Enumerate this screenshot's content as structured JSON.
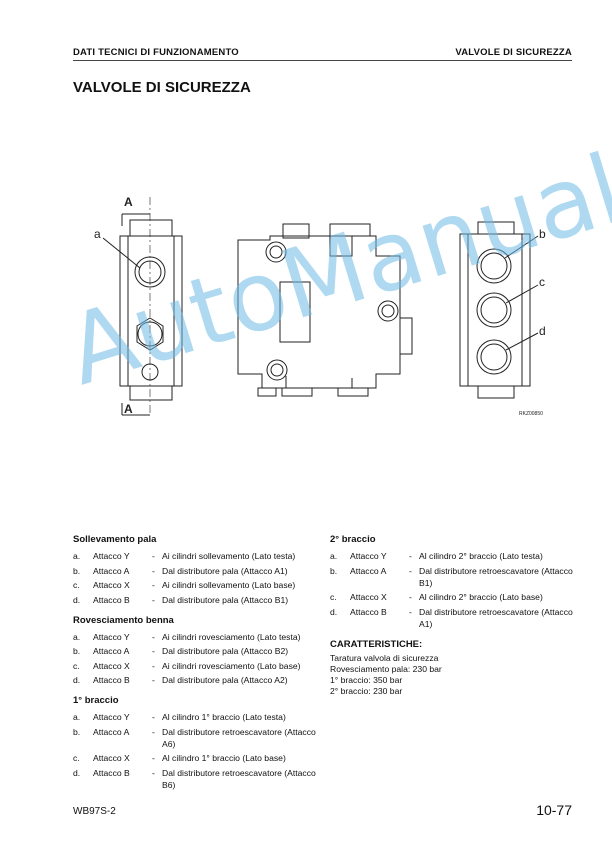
{
  "header": {
    "left": "DATI TECNICI DI FUNZIONAMENTO",
    "right": "VALVOLE DI SICUREZZA"
  },
  "title": "VALVOLE DI SICUREZZA",
  "figure": {
    "callouts": [
      "a",
      "b",
      "c",
      "d"
    ],
    "section_marks": [
      "A",
      "A"
    ],
    "ref_code": "RKZ00850"
  },
  "watermark": "AutoManual",
  "sections_left": [
    {
      "title": "Sollevamento pala",
      "items": [
        {
          "letter": "a.",
          "port": "Attacco Y",
          "text": "Ai cilindri sollevamento (Lato testa)"
        },
        {
          "letter": "b.",
          "port": "Attacco A",
          "text": "Dal distributore pala (Attacco A1)"
        },
        {
          "letter": "c.",
          "port": "Attacco X",
          "text": "Ai cilindri sollevamento (Lato base)"
        },
        {
          "letter": "d.",
          "port": "Attacco B",
          "text": "Dal distributore pala (Attacco B1)"
        }
      ]
    },
    {
      "title": "Rovesciamento benna",
      "items": [
        {
          "letter": "a.",
          "port": "Attacco Y",
          "text": "Ai cilindri rovesciamento (Lato testa)"
        },
        {
          "letter": "b.",
          "port": "Attacco A",
          "text": "Dal distributore pala (Attacco B2)"
        },
        {
          "letter": "c.",
          "port": "Attacco X",
          "text": "Ai cilindri rovesciamento (Lato base)"
        },
        {
          "letter": "d.",
          "port": "Attacco B",
          "text": "Dal distributore pala (Attacco A2)"
        }
      ]
    },
    {
      "title": "1° braccio",
      "items": [
        {
          "letter": "a.",
          "port": "Attacco Y",
          "text": "Al cilindro 1° braccio (Lato testa)"
        },
        {
          "letter": "b.",
          "port": "Attacco A",
          "text": "Dal distributore retroescavatore (Attacco A6)"
        },
        {
          "letter": "c.",
          "port": "Attacco X",
          "text": "Al cilindro 1° braccio (Lato base)"
        },
        {
          "letter": "d.",
          "port": "Attacco B",
          "text": "Dal distributore retroescavatore (Attacco B6)"
        }
      ]
    }
  ],
  "sections_right": [
    {
      "title": "2° braccio",
      "items": [
        {
          "letter": "a.",
          "port": "Attacco Y",
          "text": "Al cilindro 2° braccio (Lato testa)"
        },
        {
          "letter": "b.",
          "port": "Attacco A",
          "text": "Dal distributore retroescavatore (Attacco B1)"
        },
        {
          "letter": "c.",
          "port": "Attacco X",
          "text": "Al cilindro 2° braccio (Lato base)"
        },
        {
          "letter": "d.",
          "port": "Attacco B",
          "text": "Dal distributore retroescavatore (Attacco A1)"
        }
      ]
    }
  ],
  "characteristics": {
    "title": "CARATTERISTICHE:",
    "lines": [
      "Taratura valvola di sicurezza",
      "Rovesciamento pala: 230 bar",
      "1° braccio: 350 bar",
      "2° braccio: 230 bar"
    ]
  },
  "footer": {
    "left": "WB97S-2",
    "right": "10-77"
  }
}
